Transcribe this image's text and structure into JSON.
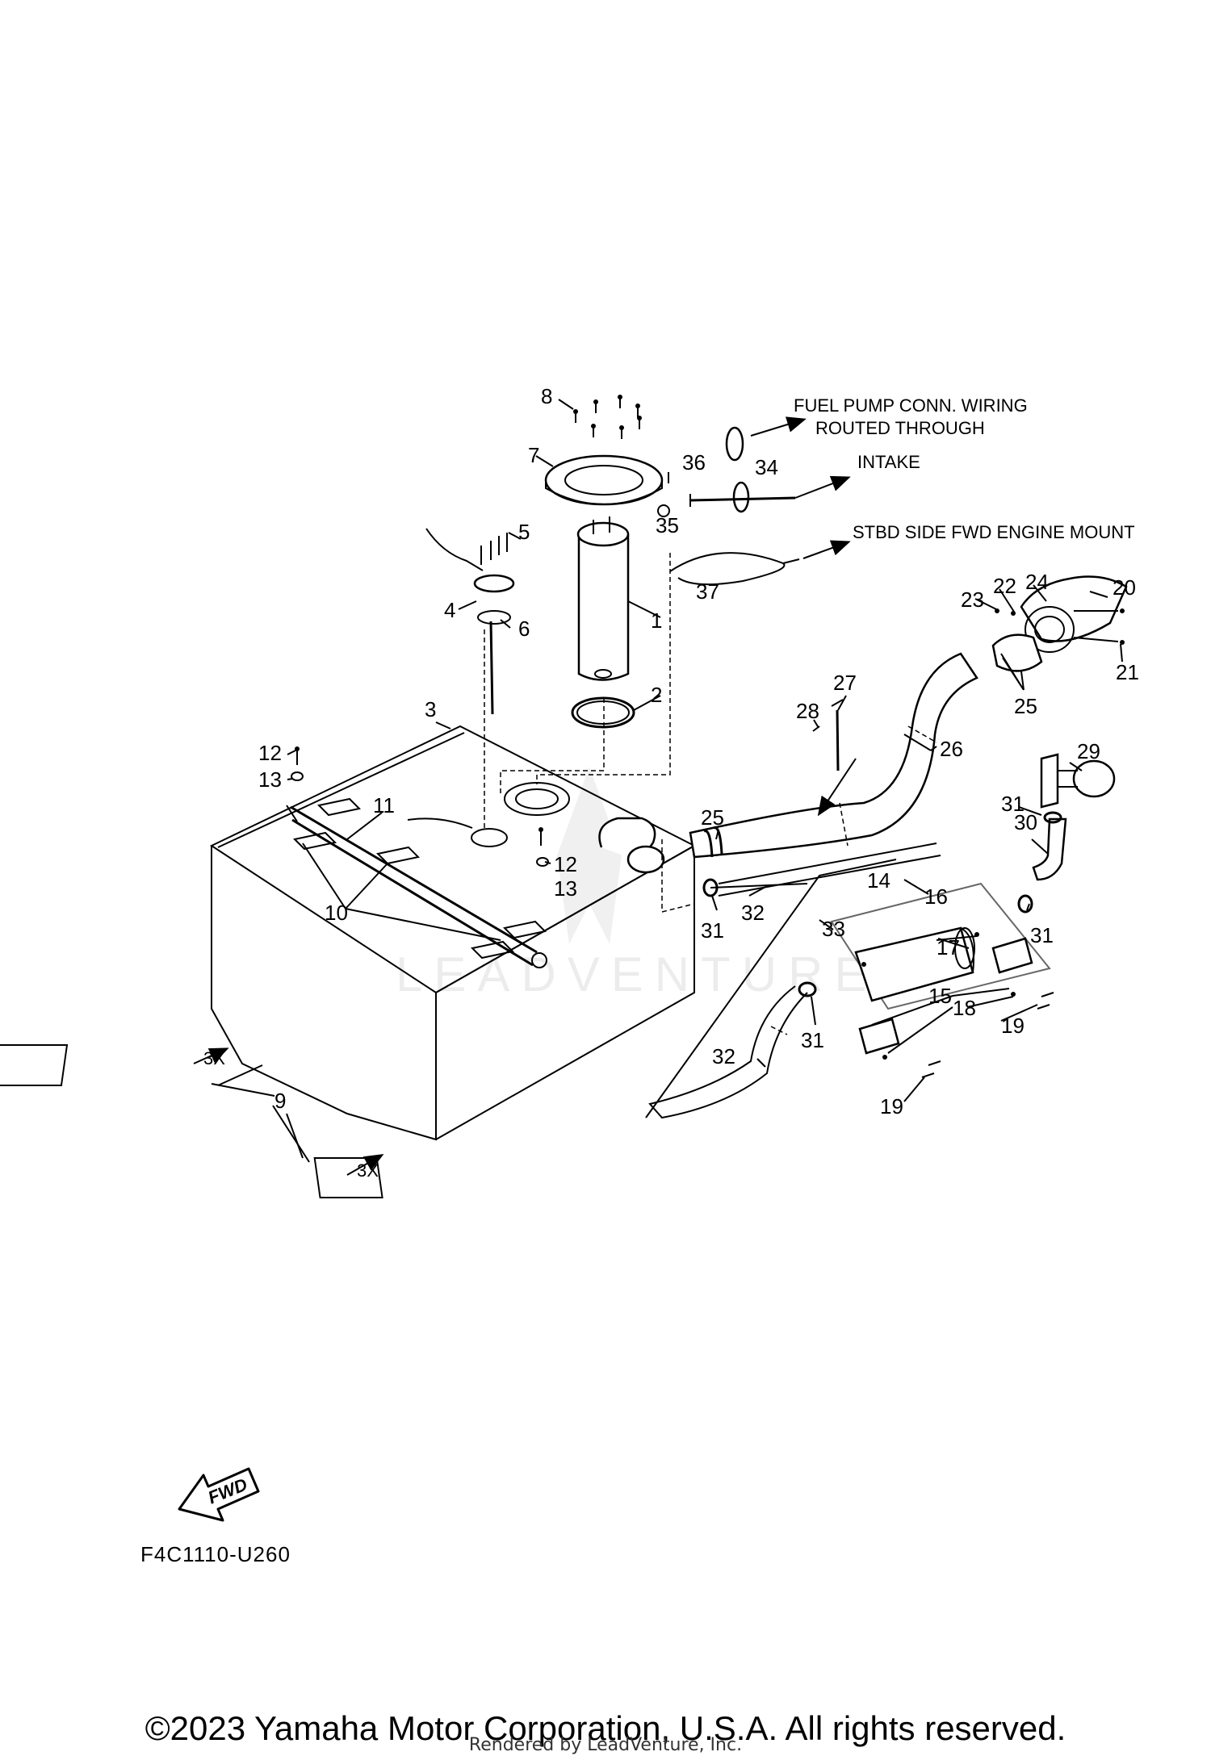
{
  "callouts": {
    "c1": "1",
    "c2": "2",
    "c3": "3",
    "c4": "4",
    "c5": "5",
    "c6": "6",
    "c7": "7",
    "c8": "8",
    "c9": "9",
    "c10": "10",
    "c11": "11",
    "c12": "12",
    "c13": "13",
    "c14": "14",
    "c15": "15",
    "c16": "16",
    "c17": "17",
    "c18": "18",
    "c19": "19",
    "c20": "20",
    "c21": "21",
    "c22": "22",
    "c23": "23",
    "c24": "24",
    "c25": "25",
    "c26": "26",
    "c27": "27",
    "c28": "28",
    "c29": "29",
    "c30": "30",
    "c31": "31",
    "c32": "32",
    "c33": "33",
    "c34": "34",
    "c35": "35",
    "c36": "36",
    "c37": "37"
  },
  "notes": {
    "fuel_pump_line1": "FUEL PUMP CONN. WIRING",
    "fuel_pump_line2": "ROUTED THROUGH",
    "intake": "INTAKE",
    "stbd": "STBD SIDE FWD ENGINE MOUNT",
    "qty_3x": "3X"
  },
  "fwd_label": "FWD",
  "watermark": "LEADVENTURE",
  "figure_code": "F4C1110-U260",
  "copyright": "©2023 Yamaha Motor Corporation, U.S.A. All rights reserved.",
  "rendered_by": "Rendered by LeadVenture, Inc."
}
